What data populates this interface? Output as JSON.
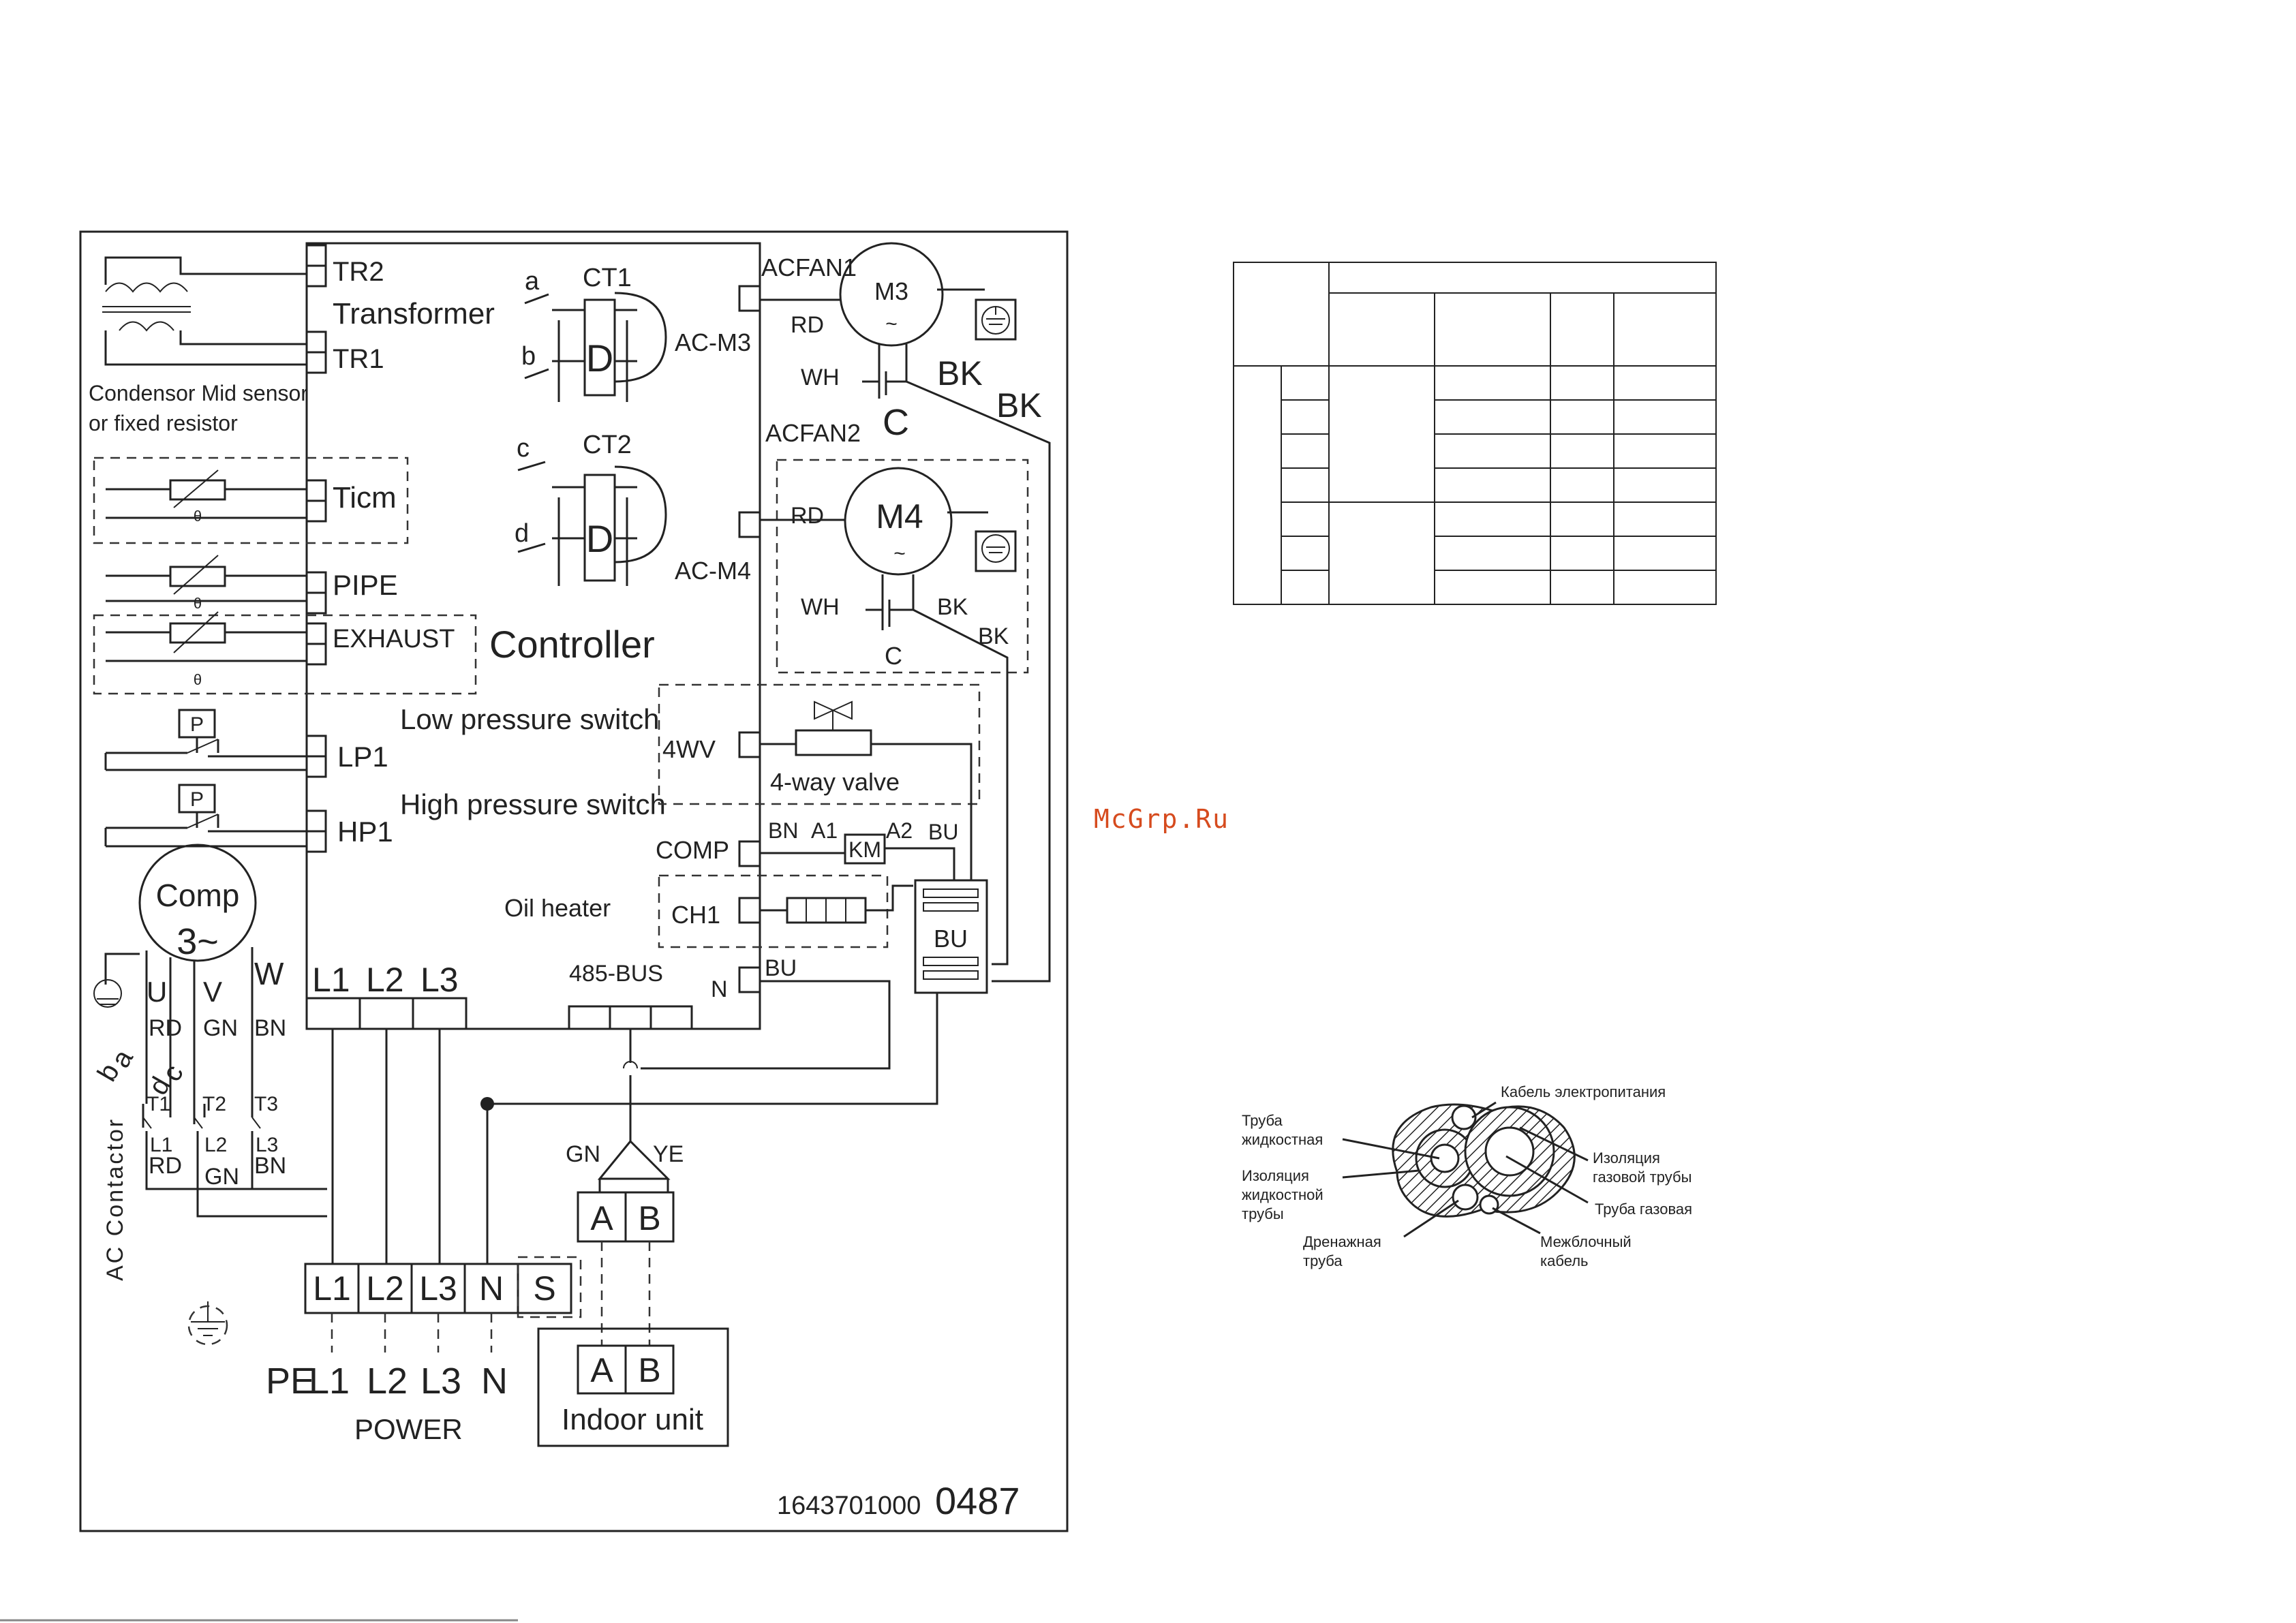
{
  "diagram": {
    "transformer": {
      "tr2": "TR2",
      "title": "Transformer",
      "tr1": "TR1"
    },
    "condensor_note_line1": "Condensor Mid sensor",
    "condensor_note_line2": "or fixed resistor",
    "sensors": {
      "ticm": "Ticm",
      "pipe": "PIPE",
      "exhaust": "EXHAUST"
    },
    "switches": {
      "lp_title": "Low pressure switch",
      "lp": "LP1",
      "hp_title": "High pressure switch",
      "hp": "HP1",
      "p_symbol": "P"
    },
    "ct": {
      "ct1": "CT1",
      "ct2": "CT2",
      "d": "D",
      "a": "a",
      "b": "b",
      "c": "c",
      "dd": "d"
    },
    "controller": "Controller",
    "ac_m3": "AC-M3",
    "ac_m4": "AC-M4",
    "fan1": {
      "connector": "ACFAN1",
      "motor": "M3",
      "rd": "RD",
      "wh": "WH",
      "bk1": "BK",
      "bk2": "BK",
      "cap": "C"
    },
    "fan2": {
      "connector": "ACFAN2",
      "motor": "M4",
      "rd": "RD",
      "wh": "WH",
      "bk1": "BK",
      "bk2": "BK",
      "cap": "C"
    },
    "valve": {
      "port": "4WV",
      "label": "4-way valve"
    },
    "comp_port": {
      "label": "COMP",
      "bn": "BN",
      "a1": "A1",
      "km": "KM",
      "a2": "A2",
      "bu": "BU"
    },
    "heater": {
      "title": "Oil heater",
      "port": "CH1"
    },
    "terminal_bu": "BU",
    "bus": {
      "label": "485-BUS",
      "n": "N",
      "bu": "BU"
    },
    "compressor": {
      "label": "Comp",
      "phase": "3~",
      "u": "U",
      "v": "V",
      "w": "W",
      "rd": "RD",
      "gn": "GN",
      "bn": "BN"
    },
    "ctrl_l": {
      "l1": "L1",
      "l2": "L2",
      "l3": "L3"
    },
    "contactor": {
      "title": "AC Contactor",
      "t1": "T1",
      "t2": "T2",
      "t3": "T3",
      "l1": "L1",
      "l2": "L2",
      "l3": "L3",
      "rd": "RD",
      "gn": "GN",
      "bn": "BN",
      "b": "b",
      "a": "a",
      "d": "d",
      "c": "c"
    },
    "comm": {
      "gn": "GN",
      "ye": "YE",
      "a": "A",
      "b": "B"
    },
    "terminal": {
      "l1": "L1",
      "l2": "L2",
      "l3": "L3",
      "n": "N",
      "s": "S"
    },
    "power": {
      "pe": "PE",
      "l1": "L1",
      "l2": "L2",
      "l3": "L3",
      "n": "N",
      "title": "POWER"
    },
    "indoor": {
      "a": "A",
      "b": "B",
      "title": "Indoor unit"
    },
    "part_number": "1643701000",
    "page_code": "0487"
  },
  "watermark": "McGrp.Ru",
  "cable_diagram": {
    "power_cable": "Кабель электропитания",
    "liquid_pipe_line1": "Труба",
    "liquid_pipe_line2": "жидкостная",
    "liquid_insul_line1": "Изоляция",
    "liquid_insul_line2": "жидкостной",
    "liquid_insul_line3": "трубы",
    "gas_insul_line1": "Изоляция",
    "gas_insul_line2": "газовой трубы",
    "gas_pipe": "Труба газовая",
    "drain_line1": "Дренажная",
    "drain_line2": "труба",
    "interunit_line1": "Межблочный",
    "interunit_line2": "кабель"
  },
  "colors": {
    "line": "#222222",
    "watermark": "#d64b1e"
  }
}
